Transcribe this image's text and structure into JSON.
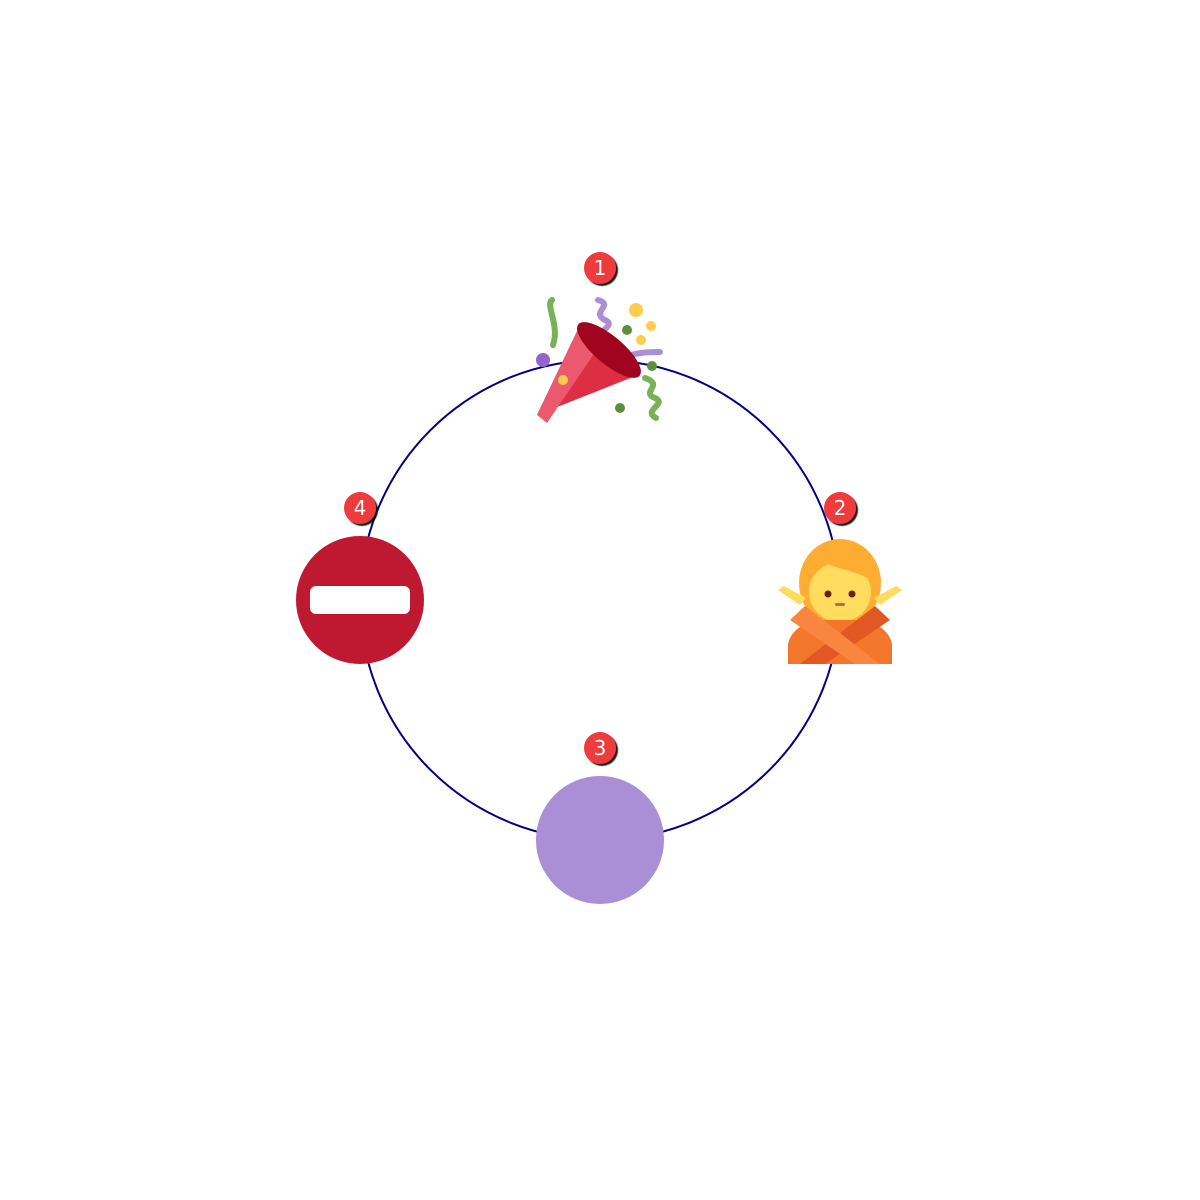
{
  "diagram": {
    "type": "cycle",
    "ring_color": "#000080",
    "badge_color": "#ef3b3b",
    "nodes": [
      {
        "number": "1",
        "icon": "party-popper-icon"
      },
      {
        "number": "2",
        "icon": "person-gesturing-no-icon"
      },
      {
        "number": "3",
        "icon": "purple-circle-icon"
      },
      {
        "number": "4",
        "icon": "no-entry-icon"
      }
    ]
  }
}
